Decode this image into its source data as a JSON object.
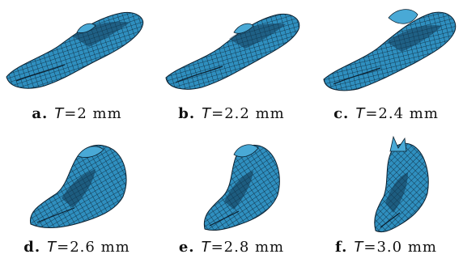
{
  "colors": {
    "mesh_fill": "#2f8fbf",
    "mesh_fill_light": "#49a9d6",
    "mesh_line": "#0b1f2e",
    "mesh_shadow": "#123a55"
  },
  "panels": [
    {
      "label": "a.",
      "var": "T",
      "value": "=2 mm",
      "mesh_icon": "deformed-shell-mesh-icon"
    },
    {
      "label": "b.",
      "var": "T",
      "value": "=2.2 mm",
      "mesh_icon": "deformed-shell-mesh-icon"
    },
    {
      "label": "c.",
      "var": "T",
      "value": "=2.4 mm",
      "mesh_icon": "deformed-shell-mesh-icon"
    },
    {
      "label": "d.",
      "var": "T",
      "value": "=2.6 mm",
      "mesh_icon": "deformed-shell-mesh-icon"
    },
    {
      "label": "e.",
      "var": "T",
      "value": "=2.8 mm",
      "mesh_icon": "deformed-shell-mesh-icon"
    },
    {
      "label": "f.",
      "var": "T",
      "value": "=3.0 mm",
      "mesh_icon": "deformed-shell-mesh-icon"
    }
  ]
}
